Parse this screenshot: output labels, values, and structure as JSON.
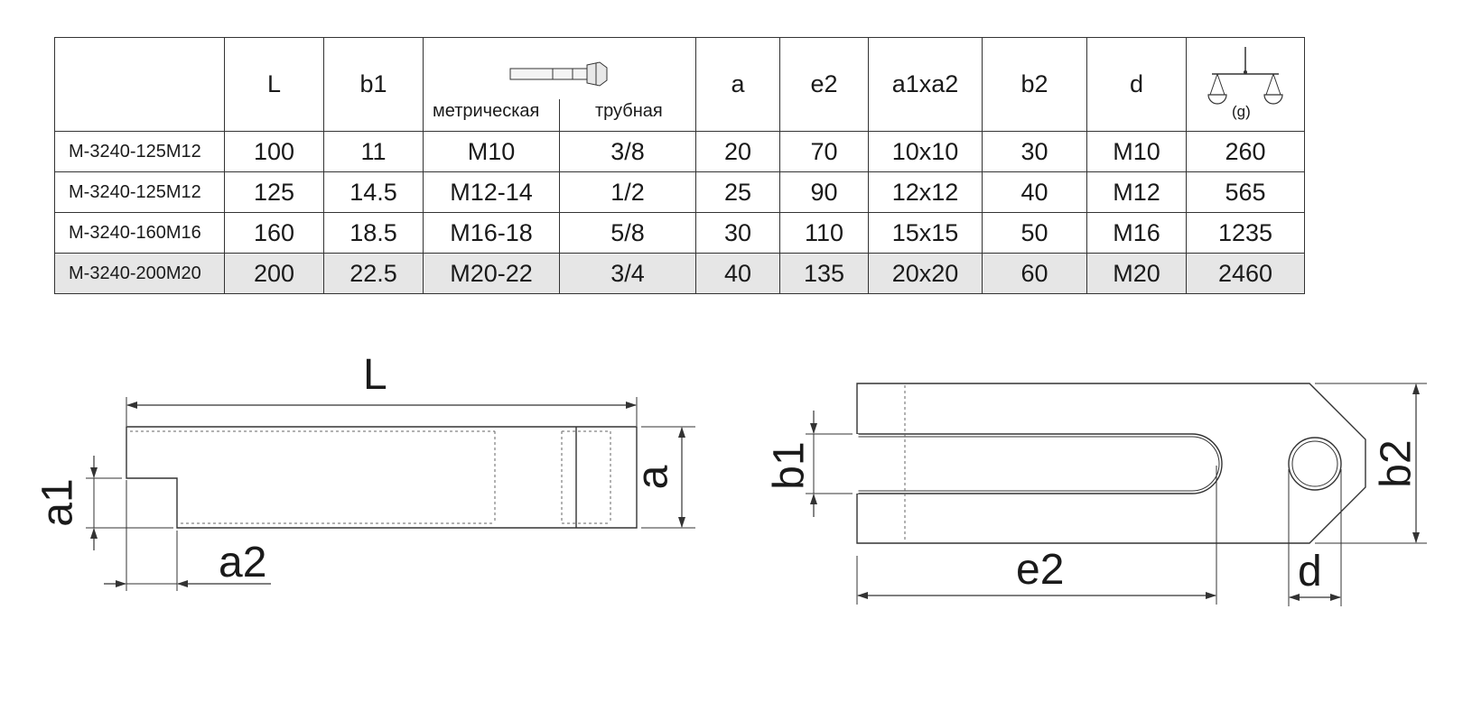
{
  "table": {
    "headers": {
      "code": "",
      "L": "L",
      "b1": "b1",
      "thread_metric": "метрическая",
      "thread_pipe": "трубная",
      "a": "a",
      "e2": "e2",
      "a1xa2": "a1xa2",
      "b2": "b2",
      "d": "d",
      "weight_unit": "(g)"
    },
    "rows": [
      {
        "code": "M-3240-125M12",
        "L": "100",
        "b1": "11",
        "metric": "M10",
        "pipe": "3/8",
        "a": "20",
        "e2": "70",
        "a1xa2": "10x10",
        "b2": "30",
        "d": "M10",
        "weight": "260"
      },
      {
        "code": "M-3240-125M12",
        "L": "125",
        "b1": "14.5",
        "metric": "M12-14",
        "pipe": "1/2",
        "a": "25",
        "e2": "90",
        "a1xa2": "12x12",
        "b2": "40",
        "d": "M12",
        "weight": "565"
      },
      {
        "code": "M-3240-160M16",
        "L": "160",
        "b1": "18.5",
        "metric": "M16-18",
        "pipe": "5/8",
        "a": "30",
        "e2": "110",
        "a1xa2": "15x15",
        "b2": "50",
        "d": "M16",
        "weight": "1235"
      },
      {
        "code": "M-3240-200M20",
        "L": "200",
        "b1": "22.5",
        "metric": "M20-22",
        "pipe": "3/4",
        "a": "40",
        "e2": "135",
        "a1xa2": "20x20",
        "b2": "60",
        "d": "M20",
        "weight": "2460"
      }
    ]
  },
  "drawings": {
    "side_view": {
      "L": "L",
      "a": "a",
      "a1": "a1",
      "a2": "a2"
    },
    "top_view": {
      "b1": "b1",
      "b2": "b2",
      "e2": "e2",
      "d": "d"
    }
  },
  "colors": {
    "line": "#333333",
    "shade": "#e6e6e6"
  }
}
